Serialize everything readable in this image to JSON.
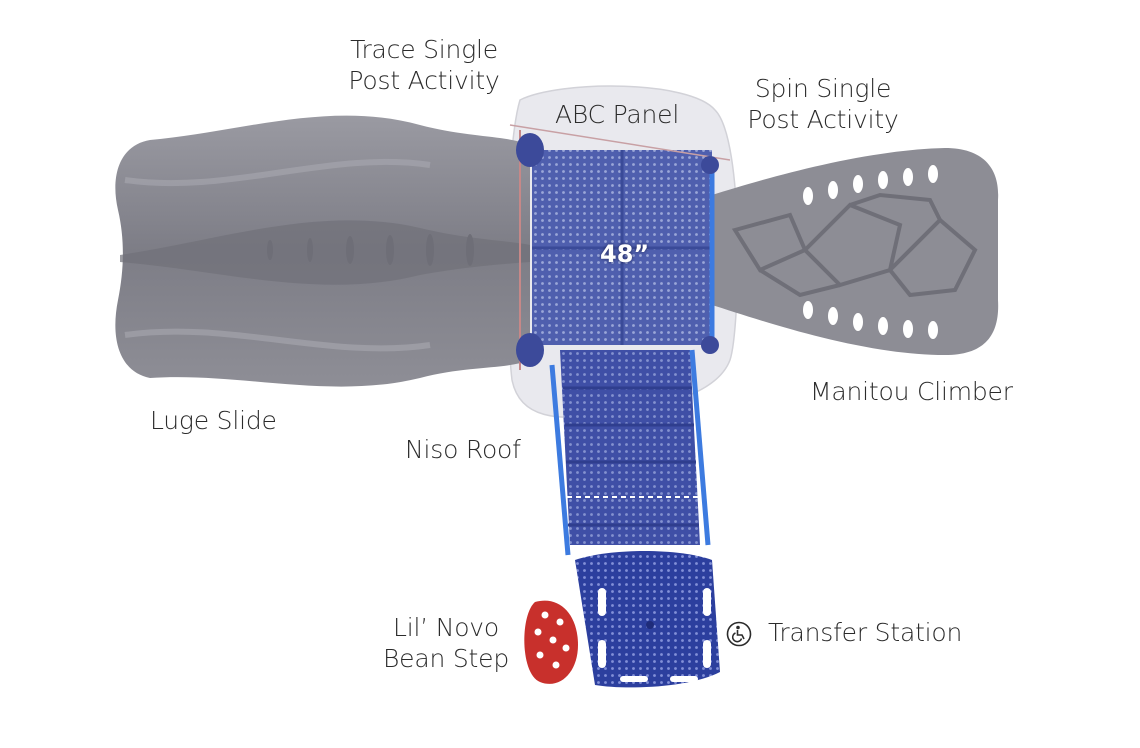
{
  "labels": {
    "trace_line1": "Trace Single",
    "trace_line2": "Post Activity",
    "abc_panel": "ABC Panel",
    "spin_line1": "Spin Single",
    "spin_line2": "Post Activity",
    "luge_slide": "Luge Slide",
    "niso_roof": "Niso Roof",
    "manitou_climber": "Manitou Climber",
    "lil_novo_line1": "Lil’ Novo",
    "lil_novo_line2": "Bean Step",
    "transfer_station": "Transfer Station"
  },
  "dimension": "48”",
  "icons": {
    "transfer": "wheelchair-accessible-icon"
  },
  "colors": {
    "slide_gray": "#8e8e96",
    "deck_blue": "#4a5aa8",
    "transfer_blue": "#2a3c9c",
    "roof_tint": "#e9e9ee",
    "bean_red": "#c8302c",
    "rail_blue": "#3d7be0"
  }
}
